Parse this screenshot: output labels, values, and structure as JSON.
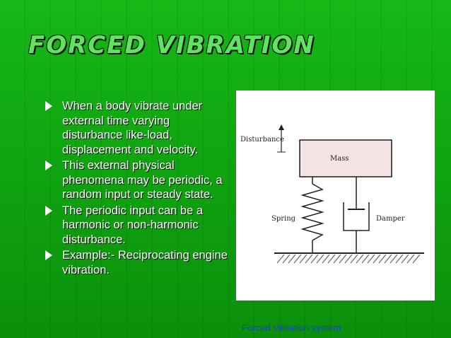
{
  "slide": {
    "title": "FORCED VIBRATION",
    "bullets": [
      "When a body vibrate under external time varying disturbance like-load, displacement and velocity.",
      "This external physical phenomena may be periodic, a random input or steady state.",
      "The periodic input can be a harmonic or non-harmonic disturbance.",
      "Example:- Reciprocating engine vibration."
    ],
    "figure": {
      "label_disturbance": "Disturbance",
      "label_mass": "Mass",
      "label_spring": "Spring",
      "label_damper": "Damper",
      "caption": "Forced Vibration system"
    }
  },
  "colors": {
    "background": "#10a810",
    "title": "#5ee55e",
    "caption": "#1f3fd0",
    "mass_fill": "#f5e4e4"
  }
}
